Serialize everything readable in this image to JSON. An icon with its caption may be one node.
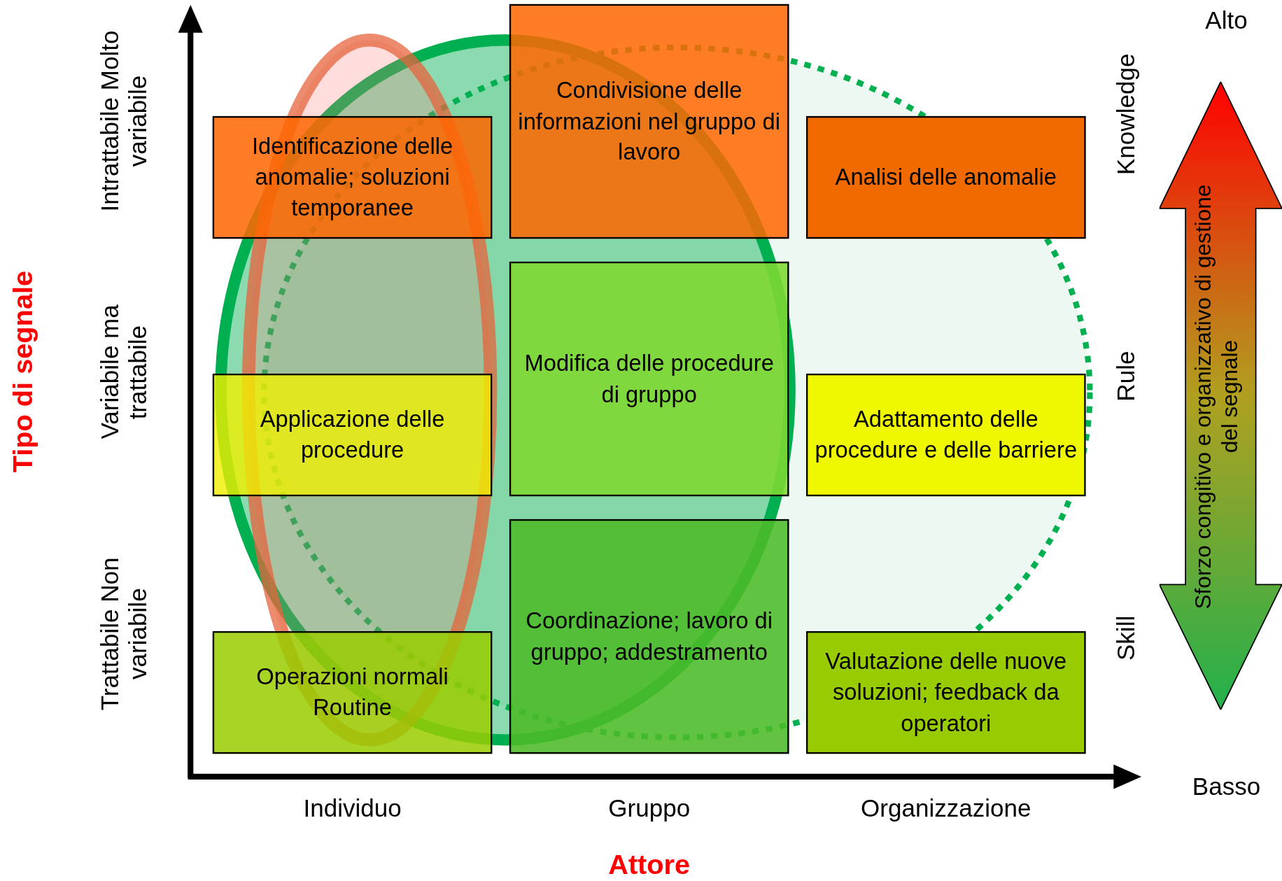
{
  "diagram": {
    "nodes": [
      {
        "text": [
          "Identificazione delle anomalie; soluzioni temporanee"
        ]
      },
      {
        "text": [
          "Condivisione delle informazioni nel gruppo di lavoro"
        ]
      },
      {
        "text": [
          "Analisi delle anomalie"
        ]
      },
      {
        "text": [
          "Applicazione delle procedure"
        ]
      },
      {
        "text": [
          "Modifica delle procedure di gruppo"
        ]
      },
      {
        "text": [
          "Adattamento delle procedure e delle barriere"
        ]
      },
      {
        "text": [
          "Operazioni normali Routine"
        ]
      },
      {
        "text": [
          "Coordinazione; lavoro di gruppo; addestramento"
        ]
      },
      {
        "text": [
          "Valutazione delle nuove soluzioni; feedback da operatori"
        ]
      },
      {
        "text": [
          "Sforzo congitivo e organizzativo di gestione del segnale"
        ]
      }
    ],
    "edges": [],
    "labels": [
      "Alto",
      "Tipo di segnale",
      "Intrattabile Molto variabile",
      "Variabile ma trattabile",
      "Trattabile Non variabile",
      "Knowledge",
      "Rule",
      "Skill",
      "Basso",
      "Individuo",
      "Gruppo",
      "Organizzazione",
      "Attore"
    ]
  }
}
